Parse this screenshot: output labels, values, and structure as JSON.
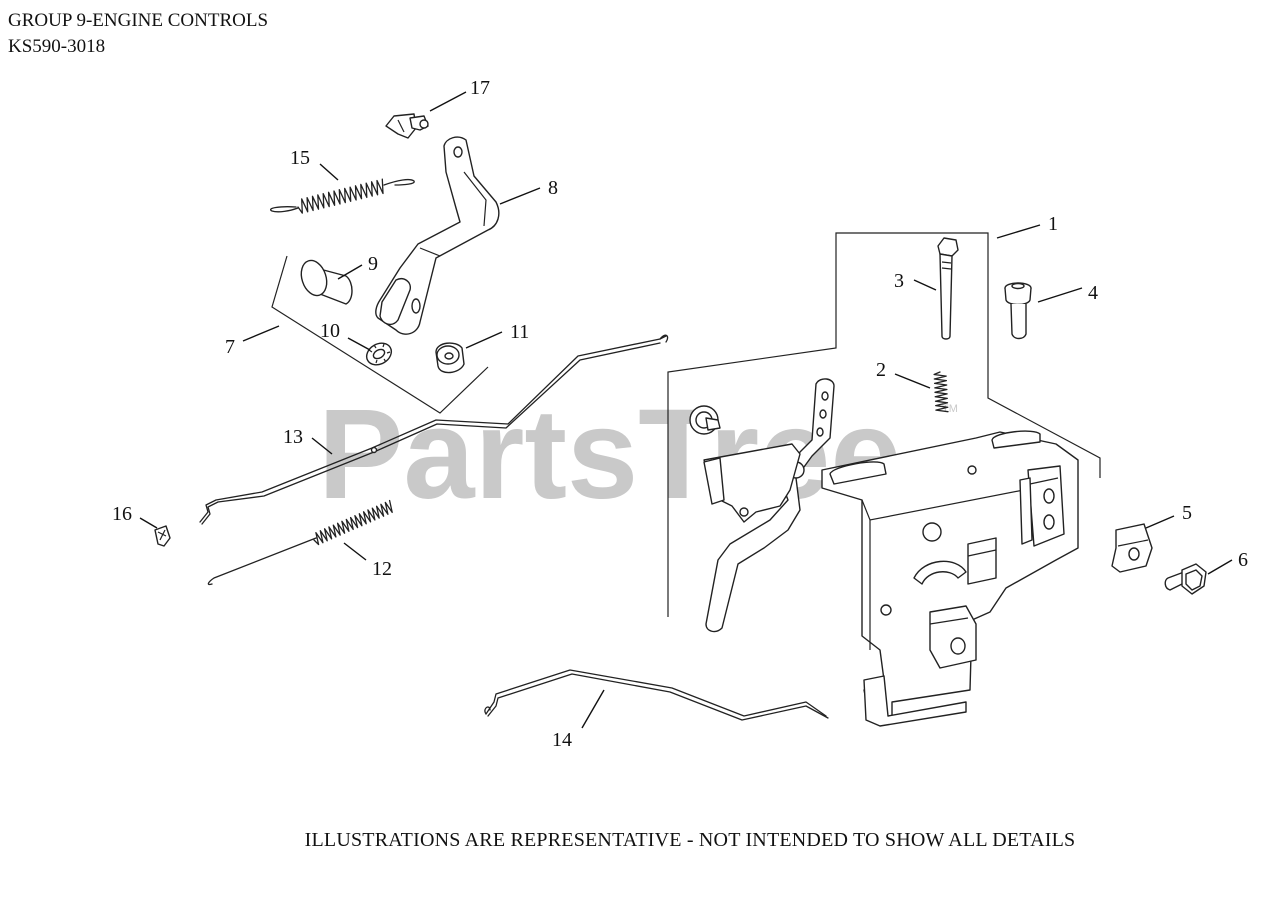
{
  "header": {
    "title": "GROUP 9-ENGINE CONTROLS",
    "model": "KS590-3018"
  },
  "watermark": {
    "brand": "PartsTree",
    "mark": "TM"
  },
  "footer": {
    "note": "ILLUSTRATIONS ARE REPRESENTATIVE - NOT INTENDED TO SHOW ALL DETAILS"
  },
  "callouts": {
    "c1": "1",
    "c2": "2",
    "c3": "3",
    "c4": "4",
    "c5": "5",
    "c6": "6",
    "c7": "7",
    "c8": "8",
    "c9": "9",
    "c10": "10",
    "c11": "11",
    "c12": "12",
    "c13": "13",
    "c14": "14",
    "c15": "15",
    "c16": "16",
    "c17": "17"
  }
}
